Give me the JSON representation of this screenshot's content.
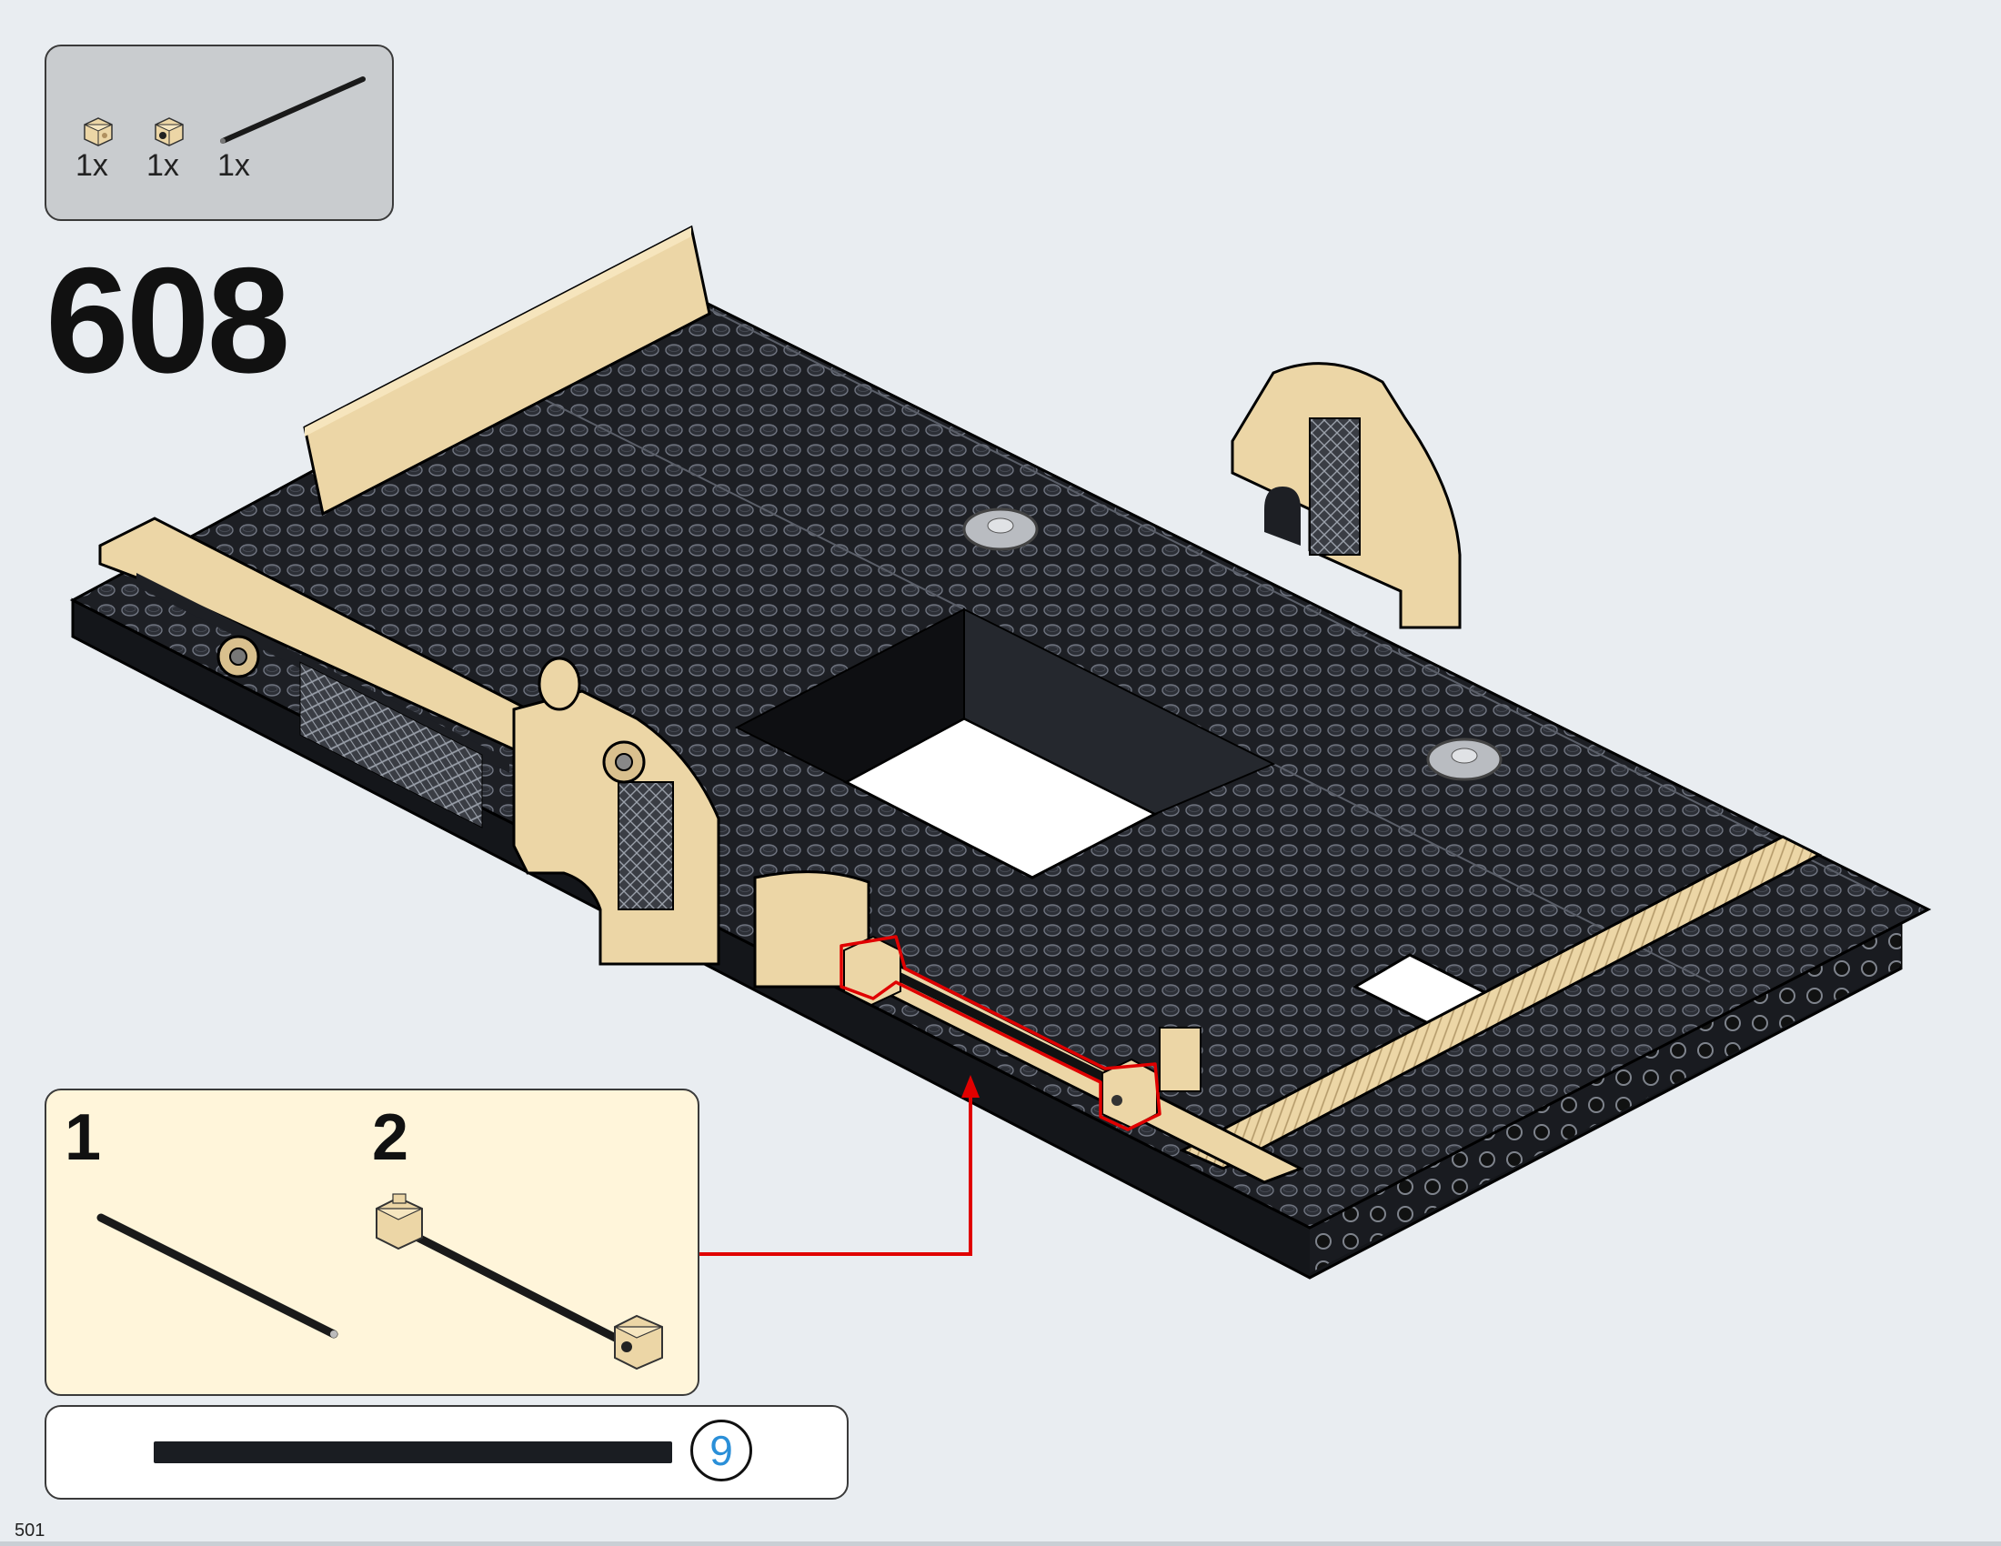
{
  "step": {
    "number": "608"
  },
  "parts_list": {
    "items": [
      {
        "name": "tan-1x1-brick-with-stud-icon",
        "qty": "1x"
      },
      {
        "name": "tan-1x1-brick-with-hole-icon",
        "qty": "1x"
      },
      {
        "name": "black-axle-bar-icon",
        "qty": "1x"
      }
    ]
  },
  "sub_assembly": {
    "steps": [
      {
        "number": "1"
      },
      {
        "number": "2"
      }
    ]
  },
  "length_indicator": {
    "value": "9"
  },
  "page": {
    "number": "501"
  },
  "colors": {
    "background": "#e9edf1",
    "parts_panel": "#c9cccf",
    "sub_panel": "#fff5da",
    "brick_black": "#1d1f24",
    "brick_tan": "#ecd6a6",
    "callout_red": "#e00000",
    "length_blue": "#2a8fd8"
  }
}
